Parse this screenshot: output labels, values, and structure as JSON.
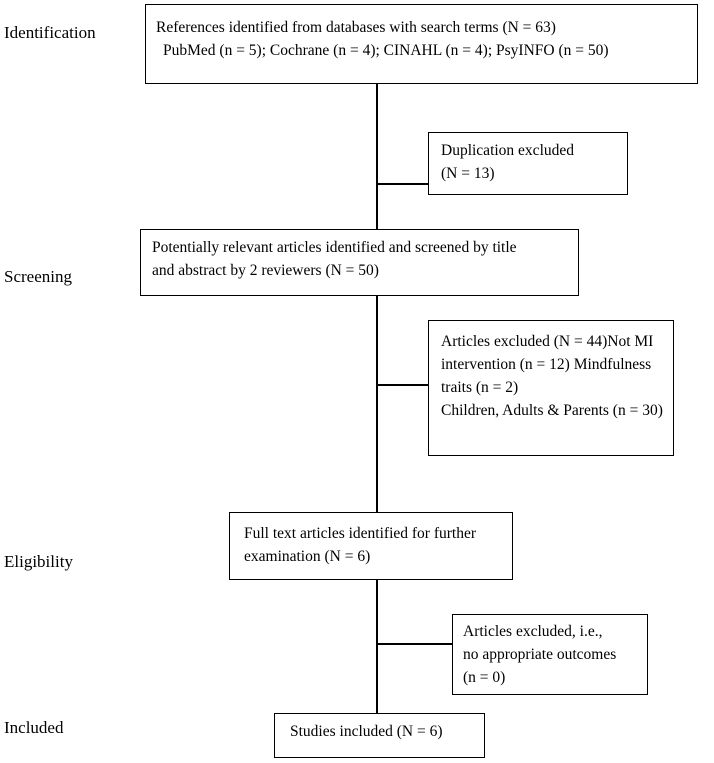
{
  "figure": {
    "stage_labels": {
      "identification": "Identification",
      "screening": "Screening",
      "eligibility": "Eligibility",
      "included": "Included"
    },
    "boxes": {
      "references": {
        "lines": [
          "References identified from databases with search terms (N = 63)",
          "PubMed (n = 5); Cochrane (n = 4); CINAHL (n = 4); PsyINFO (n = 50)"
        ]
      },
      "duplication_excluded": {
        "lines": [
          "Duplication excluded",
          "(N = 13)"
        ]
      },
      "screened": {
        "lines": [
          "Potentially relevant articles identified and screened by title",
          "and abstract by 2 reviewers (N = 50)"
        ]
      },
      "screening_excluded": {
        "lines": [
          "Articles excluded (N = 44)Not MI",
          "intervention (n = 12) Mindfulness",
          "traits (n = 2)",
          "Children, Adults & Parents (n = 30)"
        ]
      },
      "full_text": {
        "lines": [
          "Full text articles identified for further",
          "examination (N = 6)"
        ]
      },
      "eligibility_excluded": {
        "lines": [
          "Articles excluded, i.e.,",
          "no appropriate outcomes",
          "(n = 0)"
        ]
      },
      "included": {
        "lines": [
          "Studies included (N = 6)"
        ]
      }
    },
    "colors": {
      "background": "#ffffff",
      "box_border": "#000000",
      "text": "#000000",
      "connector": "#000000"
    }
  }
}
